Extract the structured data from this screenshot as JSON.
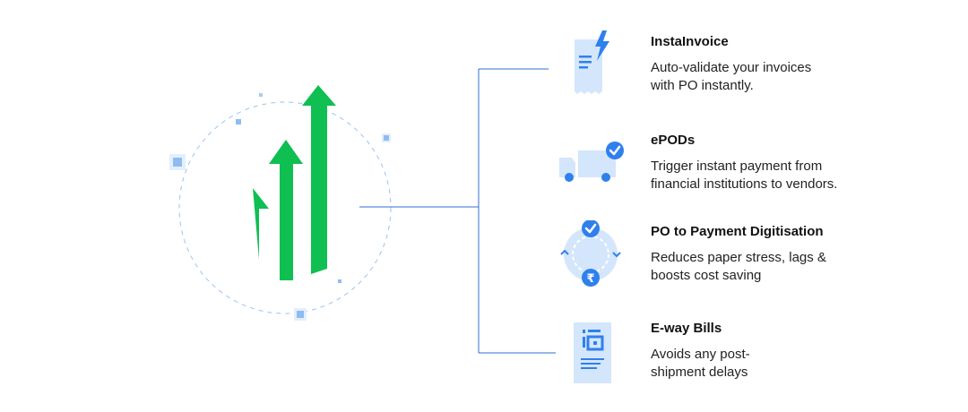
{
  "colors": {
    "accent_blue": "#2f80ed",
    "light_blue": "#d4e6fb",
    "growth_green": "#0fbf52",
    "connector": "#2f6fd0"
  },
  "hero": {
    "icon": "growth-arrows-icon"
  },
  "features": [
    {
      "icon": "invoice-lightning-icon",
      "title": "InstaInvoice",
      "description_lines": [
        "Auto-validate your invoices",
        "with PO instantly."
      ]
    },
    {
      "icon": "delivery-truck-check-icon",
      "title": "ePODs",
      "description_lines": [
        "Trigger instant payment from",
        "financial institutions to vendors."
      ]
    },
    {
      "icon": "rupee-cycle-icon",
      "title": "PO to Payment Digitisation",
      "description_lines": [
        "Reduces paper stress, lags &",
        "boosts cost saving"
      ]
    },
    {
      "icon": "eway-bill-document-icon",
      "title": "E-way Bills",
      "description_lines": [
        "Avoids any post-",
        "shipment delays"
      ]
    }
  ]
}
